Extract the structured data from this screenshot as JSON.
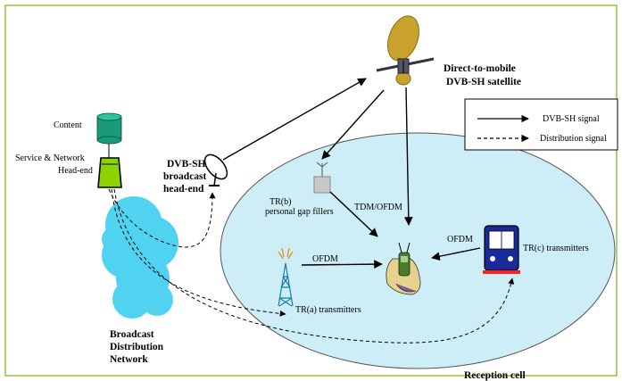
{
  "satellite": {
    "title_line1": "Direct-to-mobile",
    "title_line2": "DVB-SH satellite"
  },
  "legend": {
    "dvbsh": "DVB-SH signal",
    "distribution": "Distribution signal"
  },
  "content_label": "Content",
  "headend": {
    "line1": "Service & Network",
    "line2": "Head-end"
  },
  "broadcast_headend": {
    "line1": "DVB-SH",
    "line2": "broadcast",
    "line3": "head-end"
  },
  "gap_filler": {
    "line1": "TR(b)",
    "line2": "personal gap fillers"
  },
  "tdm_ofdm": "TDM/OFDM",
  "ofdm_left": "OFDM",
  "ofdm_right": "OFDM",
  "tr_c": "TR(c) transmitters",
  "tr_a": "TR(a) transmitters",
  "network": {
    "line1": "Broadcast",
    "line2": "Distribution",
    "line3": "Network"
  },
  "reception_cell": "Reception cell",
  "colors": {
    "frame": "#8cc63f",
    "cell_fill": "#cdeef6",
    "cloud": "#4fd3f0",
    "dish": "#c8a22c",
    "gap_filler": "#c8c8c8"
  }
}
